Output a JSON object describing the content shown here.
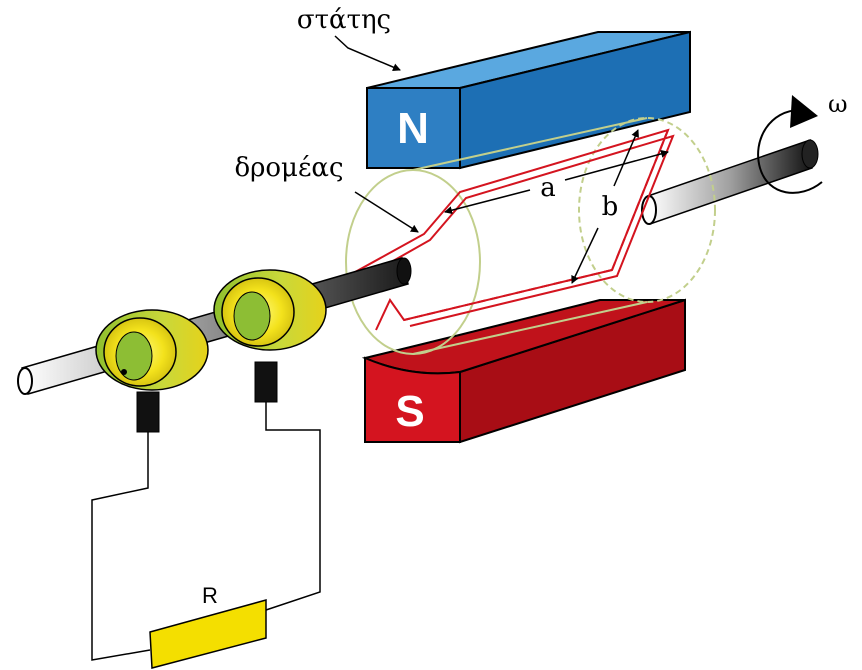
{
  "labels": {
    "stator": "στάτης",
    "rotor": "δρομέας",
    "north": "N",
    "south": "S",
    "a": "a",
    "b": "b",
    "omega": "ω",
    "resistor": "R"
  },
  "colors": {
    "north_pole": "#2e7fc3",
    "south_pole": "#d4141f",
    "slip_ring": "#e8d21a",
    "slip_ring_inner": "#8dbe34",
    "coil": "#d4141f",
    "rotor_outline": "#c9d69a",
    "resistor": "#f4df00"
  }
}
